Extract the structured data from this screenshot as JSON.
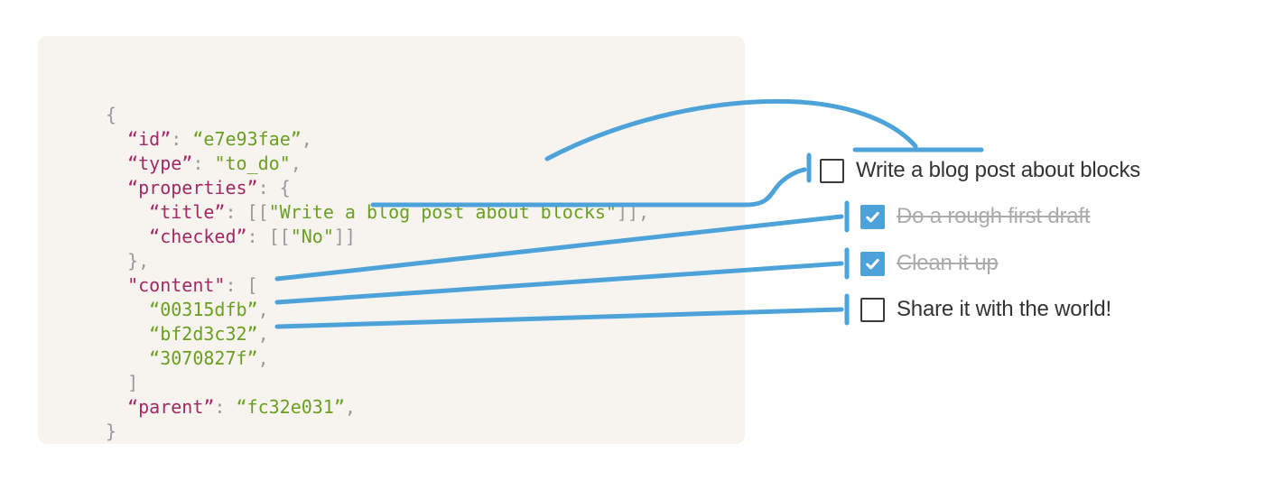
{
  "colors": {
    "page_bg": "#ffffff",
    "code_panel_bg": "#f7f4ef",
    "json_key": "#a02a63",
    "json_string": "#6a9f22",
    "json_punctuation": "#999999",
    "connector_blue": "#4da3d9",
    "checkbox_checked_fill": "#4da3d9",
    "checkbox_unchecked_border": "#3a3a3a",
    "todo_text": "#333333",
    "todo_done_text": "#ababab"
  },
  "code_panel": {
    "lines": [
      {
        "segments": [
          {
            "text": "{",
            "type": "pun"
          }
        ]
      },
      {
        "segments": [
          {
            "text": "  ",
            "type": "pun"
          },
          {
            "text": "“id”",
            "type": "key"
          },
          {
            "text": ": ",
            "type": "pun"
          },
          {
            "text": "“e7e93fae”",
            "type": "str"
          },
          {
            "text": ",",
            "type": "pun"
          }
        ]
      },
      {
        "segments": [
          {
            "text": "  ",
            "type": "pun"
          },
          {
            "text": "“type”",
            "type": "key"
          },
          {
            "text": ": ",
            "type": "pun"
          },
          {
            "text": "\"to_do\"",
            "type": "str"
          },
          {
            "text": ",",
            "type": "pun"
          }
        ]
      },
      {
        "segments": [
          {
            "text": "  ",
            "type": "pun"
          },
          {
            "text": "“properties”",
            "type": "key"
          },
          {
            "text": ": {",
            "type": "pun"
          }
        ]
      },
      {
        "segments": [
          {
            "text": "    ",
            "type": "pun"
          },
          {
            "text": "“title”",
            "type": "key"
          },
          {
            "text": ": [[",
            "type": "pun"
          },
          {
            "text": "\"Write a blog post about blocks\"",
            "type": "str"
          },
          {
            "text": "]],",
            "type": "pun"
          }
        ]
      },
      {
        "segments": [
          {
            "text": "    ",
            "type": "pun"
          },
          {
            "text": "“checked”",
            "type": "key"
          },
          {
            "text": ": [[",
            "type": "pun"
          },
          {
            "text": "\"No\"",
            "type": "str"
          },
          {
            "text": "]]",
            "type": "pun"
          }
        ]
      },
      {
        "segments": [
          {
            "text": "  },",
            "type": "pun"
          }
        ]
      },
      {
        "segments": [
          {
            "text": "  ",
            "type": "pun"
          },
          {
            "text": "\"content\"",
            "type": "key"
          },
          {
            "text": ": [",
            "type": "pun"
          }
        ]
      },
      {
        "segments": [
          {
            "text": "    ",
            "type": "pun"
          },
          {
            "text": "“00315dfb”",
            "type": "str"
          },
          {
            "text": ",",
            "type": "pun"
          }
        ]
      },
      {
        "segments": [
          {
            "text": "    ",
            "type": "pun"
          },
          {
            "text": "“bf2d3c32”",
            "type": "str"
          },
          {
            "text": ",",
            "type": "pun"
          }
        ]
      },
      {
        "segments": [
          {
            "text": "    ",
            "type": "pun"
          },
          {
            "text": "“3070827f”",
            "type": "str"
          },
          {
            "text": ",",
            "type": "pun"
          }
        ]
      },
      {
        "segments": [
          {
            "text": "  ]",
            "type": "pun"
          }
        ]
      },
      {
        "segments": [
          {
            "text": "  ",
            "type": "pun"
          },
          {
            "text": "“parent”",
            "type": "key"
          },
          {
            "text": ": ",
            "type": "pun"
          },
          {
            "text": "“fc32e031”",
            "type": "str"
          },
          {
            "text": ",",
            "type": "pun"
          }
        ]
      },
      {
        "segments": [
          {
            "text": "}",
            "type": "pun"
          }
        ]
      }
    ]
  },
  "todo_list": {
    "items": [
      {
        "label": "Write a blog post about blocks",
        "checked": false
      },
      {
        "label": "Do a rough first draft",
        "checked": true
      },
      {
        "label": "Clean it up",
        "checked": true
      },
      {
        "label": "Share it with the world!",
        "checked": false
      }
    ]
  }
}
